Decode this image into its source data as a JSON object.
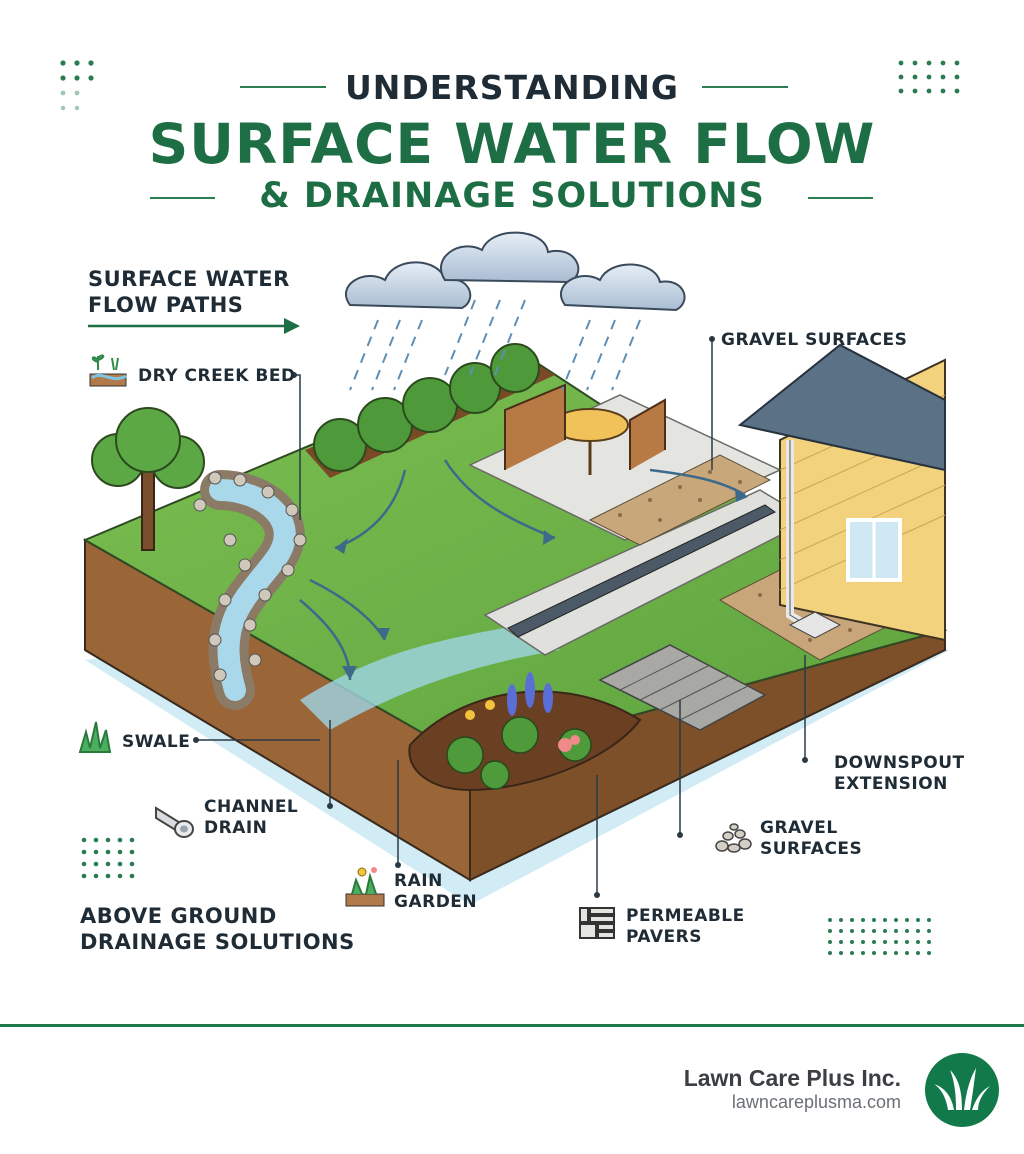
{
  "header": {
    "line1": "UNDERSTANDING",
    "line2": "SURFACE WATER FLOW",
    "line3": "&  DRAINAGE SOLUTIONS"
  },
  "flow_paths_title": "SURFACE WATER\nFLOW PATHS",
  "solutions_title": "ABOVE GROUND\nDRAINAGE SOLUTIONS",
  "labels": {
    "dry_creek_bed": "DRY CREEK BED",
    "gravel_surfaces_top": "GRAVEL SURFACES",
    "swale": "SWALE",
    "channel_drain": "CHANNEL\nDRAIN",
    "rain_garden": "RAIN\nGARDEN",
    "permeable_pavers": "PERMEABLE\nPAVERS",
    "gravel_surfaces_bottom": "GRAVEL\nSURFACES",
    "downspout_extension": "DOWNSPOUT\nEXTENSION"
  },
  "footer": {
    "company": "Lawn Care Plus Inc.",
    "website": "lawncareplusma.com"
  },
  "colors": {
    "brand_green": "#1e6e45",
    "text_dark": "#1f2c36",
    "grass": "#6fb24a",
    "soil": "#9a6638",
    "water": "#bfe2ef"
  }
}
